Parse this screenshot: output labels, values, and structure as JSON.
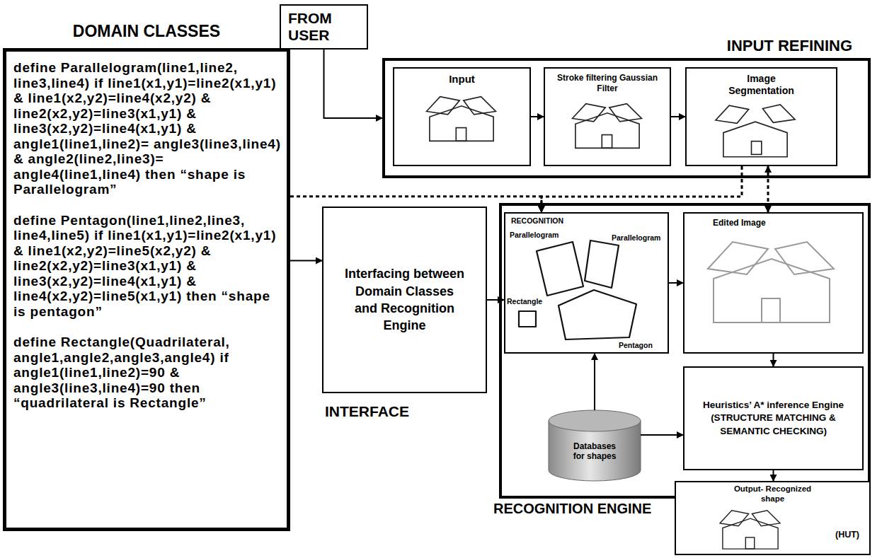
{
  "diagram": {
    "nodes": [
      {
        "text": [
          "FROM USER"
        ]
      },
      {
        "text": [
          "INPUT REFINING"
        ]
      },
      {
        "text": [
          "Input"
        ],
        "in": 1
      },
      {
        "text": [
          "Stroke filtering Gaussian Filter"
        ],
        "in": 1
      },
      {
        "text": [
          "Image Segmentation"
        ],
        "in": 1
      },
      {
        "text": [
          "DOMAIN CLASSES",
          "define Parallelogram(line1,line2, line3,line4) if line1(x1,y1)=line2(x1,y1) & line1(x2,y2)=line4(x2,y2) & line2(x2,y2)=line3(x1,y1) & line3(x2,y2)=line4(x1,y1) & angle1(line1,line2)= angle3(line3,line4) & angle2(line2,line3)= angle4(line1,line4) then “shape is Parallelogram”",
          "define Pentagon(line1,line2,line3, line4,line5) if line1(x1,y1)=line2(x1,y1) & line1(x2,y2)=line5(x2,y2) & line2(x2,y2)=line3(x1,y1) & line3(x2,y2)=line4(x1,y1) & line4(x2,y2)=line5(x1,y1) then “shape is pentagon”",
          "define Rectangle(Quadrilateral, angle1,angle2,angle3,angle4) if angle1(line1,line2)=90 & angle3(line3,line4)=90 then “quadrilateral is Rectangle”"
        ]
      },
      {
        "text": [
          "Interfacing between Domain Classes and Recognition Engine",
          "INTERFACE"
        ]
      },
      {
        "text": [
          "RECOGNITION ENGINE"
        ]
      },
      {
        "text": [
          "RECOGNITION",
          "Parallelogram",
          "Parallelogram",
          "Rectangle",
          "Pentagon"
        ],
        "in": 7
      },
      {
        "text": [
          "Edited Image"
        ],
        "in": 7
      },
      {
        "text": [
          "Databases for shapes"
        ],
        "in": 7
      },
      {
        "text": [
          "Heuristics’ A* inference Engine (STRUCTURE MATCHING & SEMANTIC CHECKING)"
        ],
        "in": 7
      },
      {
        "text": [
          "Output- Recognized shape",
          "(HUT)"
        ]
      }
    ],
    "edges": [
      {
        "from": 0,
        "to": 1,
        "arrow": "to"
      },
      {
        "from": 2,
        "to": 3,
        "arrow": "to"
      },
      {
        "from": 3,
        "to": 4,
        "arrow": "to"
      },
      {
        "from": 5,
        "to": 6,
        "arrow": "to"
      },
      {
        "from": 6,
        "to": 8,
        "arrow": "to"
      },
      {
        "from": 5,
        "to": 8,
        "arrow": "to"
      },
      {
        "from": 4,
        "to": 8,
        "arrow": "to"
      },
      {
        "from": 4,
        "to": 9,
        "arrow": "both"
      },
      {
        "from": 8,
        "to": 9,
        "arrow": "to"
      },
      {
        "from": 9,
        "to": 11,
        "arrow": "to"
      },
      {
        "from": 10,
        "to": 8,
        "arrow": "to"
      },
      {
        "from": 10,
        "to": 11,
        "arrow": "to"
      },
      {
        "from": 11,
        "to": 12,
        "arrow": "to"
      }
    ]
  }
}
